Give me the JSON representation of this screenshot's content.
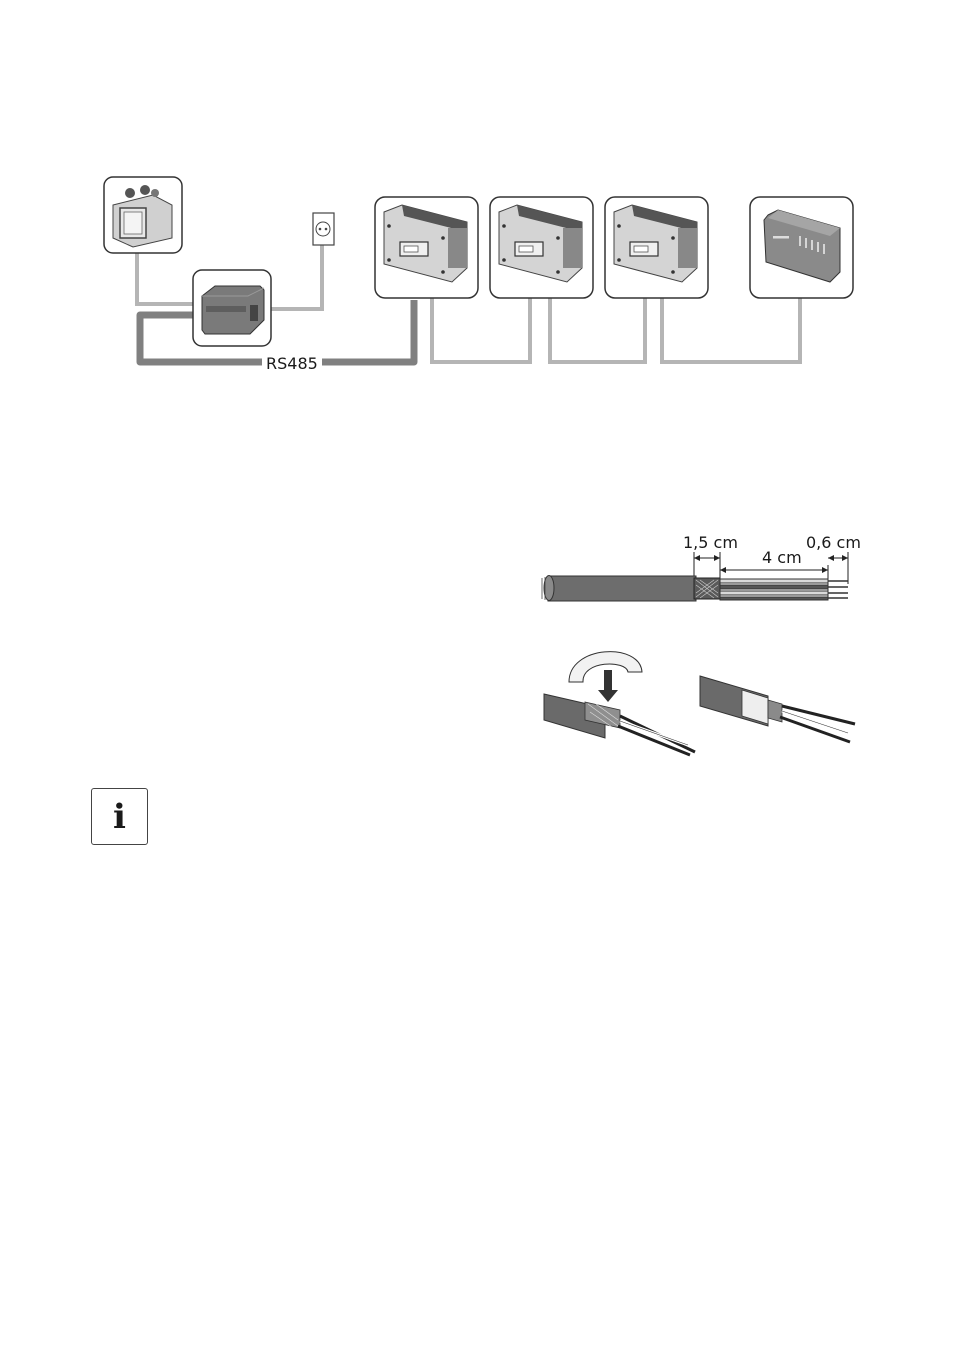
{
  "network_diagram": {
    "bus_label": "RS485"
  },
  "cable_diagram": {
    "dim_shield": "1,5 cm",
    "dim_strip": "4 cm",
    "dim_wire_end": "0,6 cm"
  },
  "note": {
    "icon": "info-icon",
    "glyph": "i"
  },
  "colors": {
    "cable_light": "#b0b0b0",
    "cable_dark": "#7a7a7a",
    "device_body": "#cfcfcf",
    "device_dark": "#555555"
  }
}
